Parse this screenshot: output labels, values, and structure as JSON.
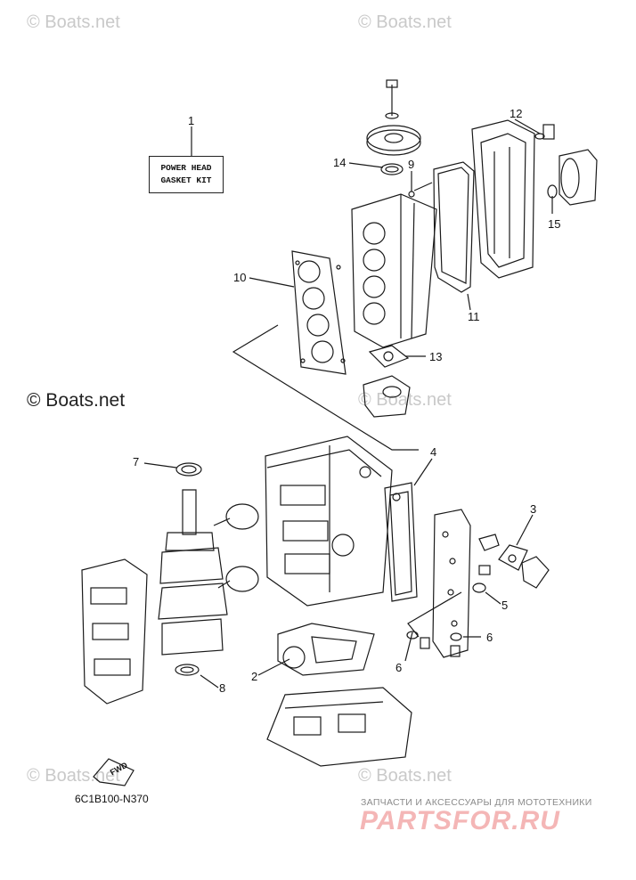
{
  "watermarks": {
    "top_left": "© Boats.net",
    "top_right": "© Boats.net",
    "mid_left": "© Boats.net",
    "mid_right": "© Boats.net",
    "bottom_left": "© Boats.net",
    "bottom_right": "© Boats.net"
  },
  "kit_label": {
    "line1": "POWER HEAD",
    "line2": "GASKET KIT"
  },
  "callouts": {
    "n1": "1",
    "n2": "2",
    "n3": "3",
    "n4": "4",
    "n5": "5",
    "n6a": "6",
    "n6b": "6",
    "n7": "7",
    "n8": "8",
    "n9": "9",
    "n10": "10",
    "n11": "11",
    "n12": "12",
    "n13": "13",
    "n14": "14",
    "n15": "15"
  },
  "fwd_label": "FWD",
  "diagram_code": "6C1B100-N370",
  "ad": {
    "tagline": "ЗАПЧАСТИ И АКСЕССУАРЫ ДЛЯ МОТОТЕХНИКИ",
    "logo": "PARTSFOR.RU"
  },
  "colors": {
    "line": "#1a1a1a",
    "watermark": "#c9c9c9",
    "ad_logo": "#f4b6b6"
  }
}
